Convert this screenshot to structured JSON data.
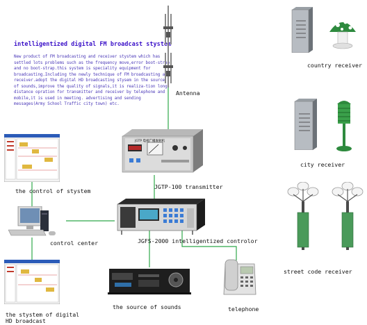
{
  "title": "intelligentized digital FM broadcast stystem",
  "description": "New product of FM broadcasting and receiver stystem which has settled lots problems such as the frequency move,error boot-strap and no boot-strap.this system is speciality equipment for broadcasting.Including the newly technique of FM broadcasting and receiver.adopt the digital HD broadcasting stysem in the source of sounds,improve the quality of signals,it is realiza-tion long-distance opration for transmitter and receiver by telephone and mobile,it is used in meeting. advertising and sending messages(Army School Traffic city town) etc.",
  "labels": {
    "antenna": "Antenna",
    "transmitter": "JGTP-100 transmitter",
    "controller": "JGFS-2000 intelligentized controlor",
    "control_of_system": "the control of stystem",
    "control_center": "control center",
    "digital_broadcast": "the stystem of digital HD broadcast",
    "source_of_sounds": "the source of sounds",
    "telephone": "telephone",
    "country_receiver": "country receiver",
    "city_receiver": "city receiver",
    "street_receiver": "street code receiver"
  },
  "transmitter_brand": "JGTP 电视广播发射机",
  "colors": {
    "line": "#2fa84a",
    "title": "#3a10c8",
    "text": "#4a38b8"
  },
  "icons": [
    "antenna-icon",
    "transmitter-icon",
    "controller-icon",
    "monitor-screenshot-icon",
    "computer-icon",
    "amplifier-icon",
    "telephone-icon",
    "cabinet-icon",
    "mushroom-speaker-icon",
    "column-speaker-icon",
    "street-speaker-icon"
  ]
}
